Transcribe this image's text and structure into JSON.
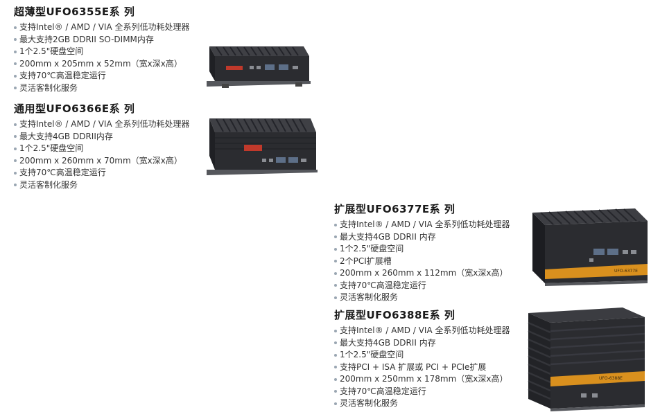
{
  "products": [
    {
      "title": "超薄型UFO6355E系 列",
      "specs": [
        "支持Intel® / AMD / VIA 全系列低功耗处理器",
        "最大支持2GB DDRII SO-DIMM内存",
        "1个2.5\"硬盘空间",
        "200mm x 205mm x 52mm（宽x深x高）",
        "支持70℃高温稳定运行",
        "灵活客制化服务"
      ]
    },
    {
      "title": "通用型UFO6366E系 列",
      "specs": [
        "支持Intel® / AMD / VIA 全系列低功耗处理器",
        "最大支持4GB DDRII内存",
        "1个2.5\"硬盘空间",
        "200mm x 260mm x 70mm（宽x深x高）",
        "支持70℃高温稳定运行",
        "灵活客制化服务"
      ]
    },
    {
      "title": "扩展型UFO6377E系 列",
      "specs": [
        "支持Intel® / AMD / VIA 全系列低功耗处理器",
        "最大支持4GB DDRII 内存",
        "1个2.5\"硬盘空间",
        "2个PCI扩展槽",
        "200mm x 260mm x 112mm（宽x深x高）",
        "支持70℃高温稳定运行",
        "灵活客制化服务"
      ]
    },
    {
      "title": "扩展型UFO6388E系 列",
      "specs": [
        "支持Intel® / AMD / VIA 全系列低功耗处理器",
        "最大支持4GB DDRII 内存",
        "1个2.5\"硬盘空间",
        "支持PCI + ISA 扩展或 PCI + PCIe扩展",
        "200mm x 250mm x 178mm（宽x深x高）",
        "支持70℃高温稳定运行",
        "灵活客制化服务"
      ]
    }
  ],
  "labels": {
    "ufo6377": "UFO-6377E",
    "ufo6388": "UFO-6388E"
  },
  "colors": {
    "chassis": "#2b2c30",
    "fin": "#3a3b40",
    "accent_orange": "#d9901e",
    "bullet": "#9aa6b2"
  }
}
